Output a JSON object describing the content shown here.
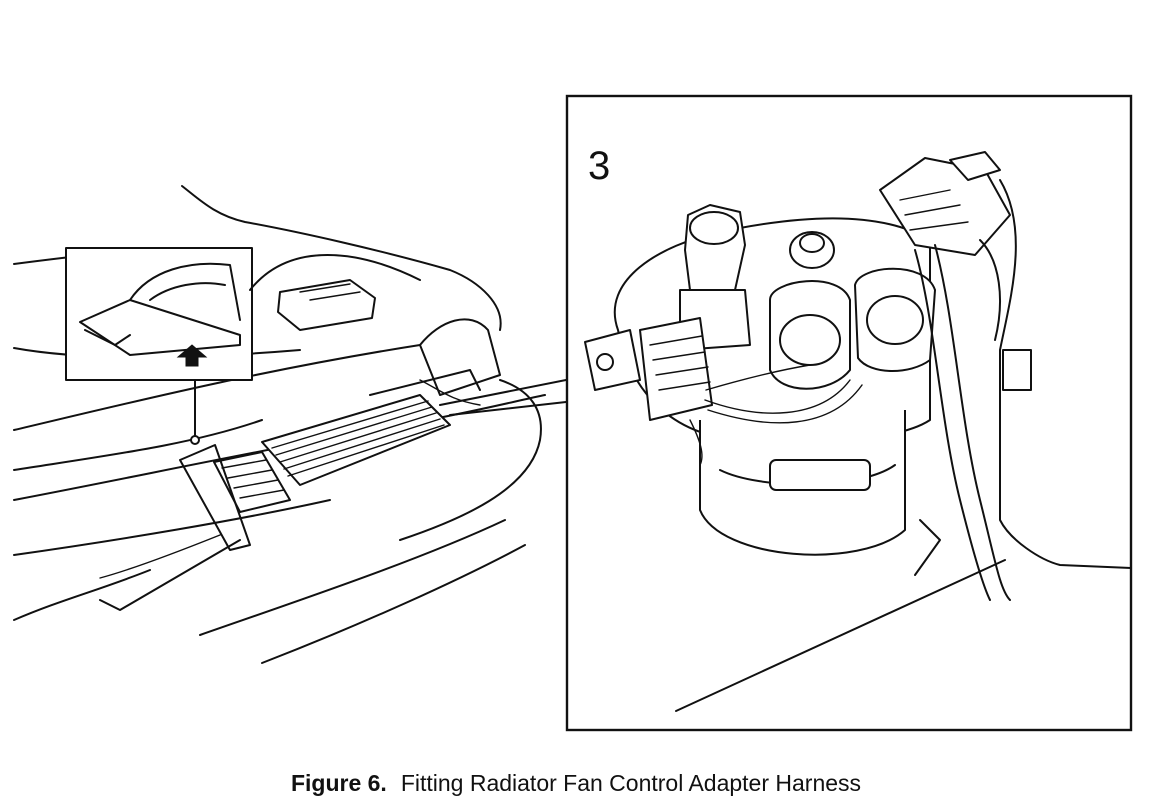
{
  "figure": {
    "label": "Figure 6.",
    "title": "Fitting Radiator Fan Control Adapter Harness"
  },
  "detail": {
    "number": "3"
  }
}
